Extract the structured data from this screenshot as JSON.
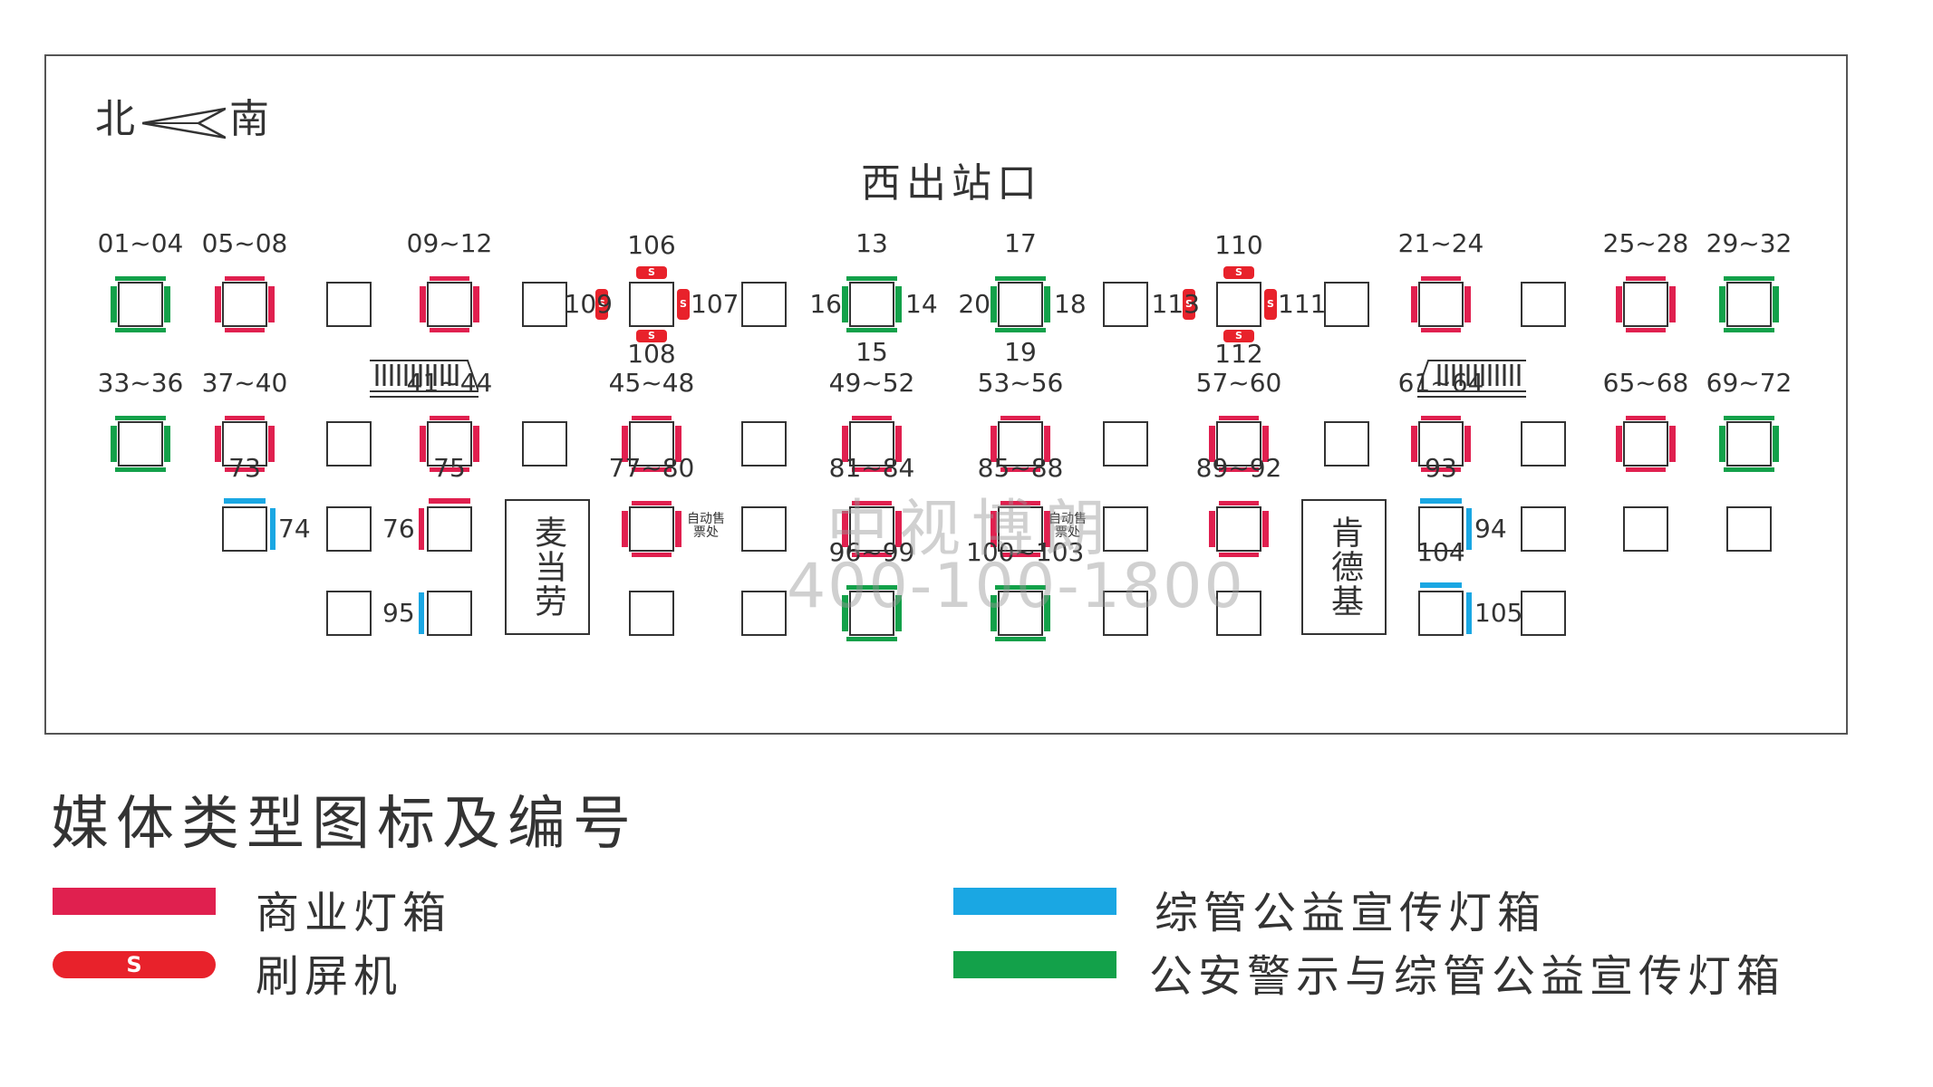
{
  "colors": {
    "commercial": "#e0204f",
    "swipe": "#e8222b",
    "public_welfare": "#1aa7e3",
    "police_welfare": "#13a14a",
    "box_border": "#333333"
  },
  "compass": {
    "north": "北",
    "south": "南"
  },
  "exit_label": "西出站口",
  "watermark": {
    "line1": "中视博朗",
    "line2": "400-100-1800"
  },
  "shops": [
    "麦当劳",
    "肯德基"
  ],
  "vending_label": "自动售票处",
  "legend": {
    "title": "媒体类型图标及编号",
    "items": [
      {
        "type": "commercial",
        "label": "商业灯箱"
      },
      {
        "type": "swipe",
        "label": "刷屏机",
        "mark": "S"
      },
      {
        "type": "public_welfare",
        "label": "综管公益宣传灯箱"
      },
      {
        "type": "police_welfare",
        "label": "公安警示与综管公益宣传灯箱"
      }
    ]
  },
  "sites": [
    {
      "row": 1,
      "col": 1,
      "style": "police_welfare",
      "numbers": {
        "top": "01~04"
      }
    },
    {
      "row": 1,
      "col": 2,
      "style": "commercial",
      "numbers": {
        "top": "05~08"
      }
    },
    {
      "row": 1,
      "col": 3,
      "style": "plain"
    },
    {
      "row": 1,
      "col": 4,
      "style": "commercial",
      "numbers": {
        "top": "09~12"
      }
    },
    {
      "row": 1,
      "col": 5,
      "style": "plain"
    },
    {
      "row": 1,
      "col": 6,
      "style": "swipe",
      "numbers": {
        "top": "106",
        "left": "109",
        "right": "107",
        "bottom": "108"
      }
    },
    {
      "row": 1,
      "col": 7,
      "style": "plain"
    },
    {
      "row": 1,
      "col": 8,
      "style": "police_welfare",
      "numbers": {
        "top": "13",
        "left": "16",
        "right": "14",
        "bottom": "15"
      }
    },
    {
      "row": 1,
      "col": 9,
      "style": "police_welfare",
      "numbers": {
        "top": "17",
        "left": "20",
        "right": "18",
        "bottom": "19"
      }
    },
    {
      "row": 1,
      "col": 10,
      "style": "plain"
    },
    {
      "row": 1,
      "col": 11,
      "style": "swipe",
      "numbers": {
        "top": "110",
        "left": "113",
        "right": "111",
        "bottom": "112"
      }
    },
    {
      "row": 1,
      "col": 12,
      "style": "plain"
    },
    {
      "row": 1,
      "col": 13,
      "style": "commercial",
      "numbers": {
        "top": "21~24"
      }
    },
    {
      "row": 1,
      "col": 14,
      "style": "plain"
    },
    {
      "row": 1,
      "col": 15,
      "style": "commercial",
      "numbers": {
        "top": "25~28"
      }
    },
    {
      "row": 1,
      "col": 16,
      "style": "police_welfare",
      "numbers": {
        "top": "29~32"
      }
    },
    {
      "row": 2,
      "col": 1,
      "style": "police_welfare",
      "numbers": {
        "top": "33~36"
      }
    },
    {
      "row": 2,
      "col": 2,
      "style": "commercial",
      "numbers": {
        "top": "37~40"
      }
    },
    {
      "row": 2,
      "col": 3,
      "style": "plain"
    },
    {
      "row": 2,
      "col": 4,
      "style": "commercial",
      "numbers": {
        "top": "41~44"
      }
    },
    {
      "row": 2,
      "col": 5,
      "style": "plain"
    },
    {
      "row": 2,
      "col": 6,
      "style": "commercial",
      "numbers": {
        "top": "45~48"
      }
    },
    {
      "row": 2,
      "col": 7,
      "style": "plain"
    },
    {
      "row": 2,
      "col": 8,
      "style": "commercial",
      "numbers": {
        "top": "49~52"
      }
    },
    {
      "row": 2,
      "col": 9,
      "style": "commercial",
      "numbers": {
        "top": "53~56"
      }
    },
    {
      "row": 2,
      "col": 10,
      "style": "plain"
    },
    {
      "row": 2,
      "col": 11,
      "style": "commercial",
      "numbers": {
        "top": "57~60"
      }
    },
    {
      "row": 2,
      "col": 12,
      "style": "plain"
    },
    {
      "row": 2,
      "col": 13,
      "style": "commercial",
      "numbers": {
        "top": "61~64"
      }
    },
    {
      "row": 2,
      "col": 14,
      "style": "plain"
    },
    {
      "row": 2,
      "col": 15,
      "style": "commercial",
      "numbers": {
        "top": "65~68"
      }
    },
    {
      "row": 2,
      "col": 16,
      "style": "police_welfare",
      "numbers": {
        "top": "69~72"
      }
    },
    {
      "row": 3,
      "col": 2,
      "style": "public_welfare",
      "sides": [
        "top",
        "right"
      ],
      "numbers": {
        "top": "73",
        "right": "74"
      }
    },
    {
      "row": 3,
      "col": 3,
      "style": "plain",
      "numbers": {
        "right": "76"
      }
    },
    {
      "row": 3,
      "col": 4,
      "style": "commercial_side",
      "sides": [
        "top",
        "left"
      ],
      "numbers": {
        "top": "75"
      }
    },
    {
      "row": 3,
      "col": 6,
      "style": "commercial",
      "numbers": {
        "top": "77~80"
      }
    },
    {
      "row": 3,
      "col": 7,
      "style": "plain",
      "vending": true
    },
    {
      "row": 3,
      "col": 8,
      "style": "commercial",
      "numbers": {
        "top": "81~84"
      }
    },
    {
      "row": 3,
      "col": 9,
      "style": "commercial",
      "numbers": {
        "top": "85~88"
      }
    },
    {
      "row": 3,
      "col": 10,
      "style": "plain",
      "vending": true
    },
    {
      "row": 3,
      "col": 11,
      "style": "commercial",
      "numbers": {
        "top": "89~92"
      }
    },
    {
      "row": 3,
      "col": 13,
      "style": "public_welfare",
      "sides": [
        "top",
        "right"
      ],
      "numbers": {
        "top": "93",
        "right": "94"
      }
    },
    {
      "row": 3,
      "col": 14,
      "style": "plain"
    },
    {
      "row": 3,
      "col": 15,
      "style": "plain"
    },
    {
      "row": 3,
      "col": 16,
      "style": "plain"
    },
    {
      "row": 4,
      "col": 3,
      "style": "plain",
      "numbers": {
        "right": "95"
      }
    },
    {
      "row": 4,
      "col": 4,
      "style": "public_welfare",
      "sides": [
        "left"
      ]
    },
    {
      "row": 4,
      "col": 6,
      "style": "plain"
    },
    {
      "row": 4,
      "col": 7,
      "style": "plain"
    },
    {
      "row": 4,
      "col": 8,
      "style": "police_welfare",
      "numbers": {
        "top": "96~99"
      }
    },
    {
      "row": 4,
      "col": 9,
      "style": "police_welfare",
      "numbers": {
        "top": "100~103"
      }
    },
    {
      "row": 4,
      "col": 10,
      "style": "plain"
    },
    {
      "row": 4,
      "col": 11,
      "style": "plain"
    },
    {
      "row": 4,
      "col": 13,
      "style": "public_welfare",
      "sides": [
        "top",
        "right"
      ],
      "numbers": {
        "top": "104",
        "right": "105"
      }
    },
    {
      "row": 4,
      "col": 14,
      "style": "plain"
    }
  ]
}
